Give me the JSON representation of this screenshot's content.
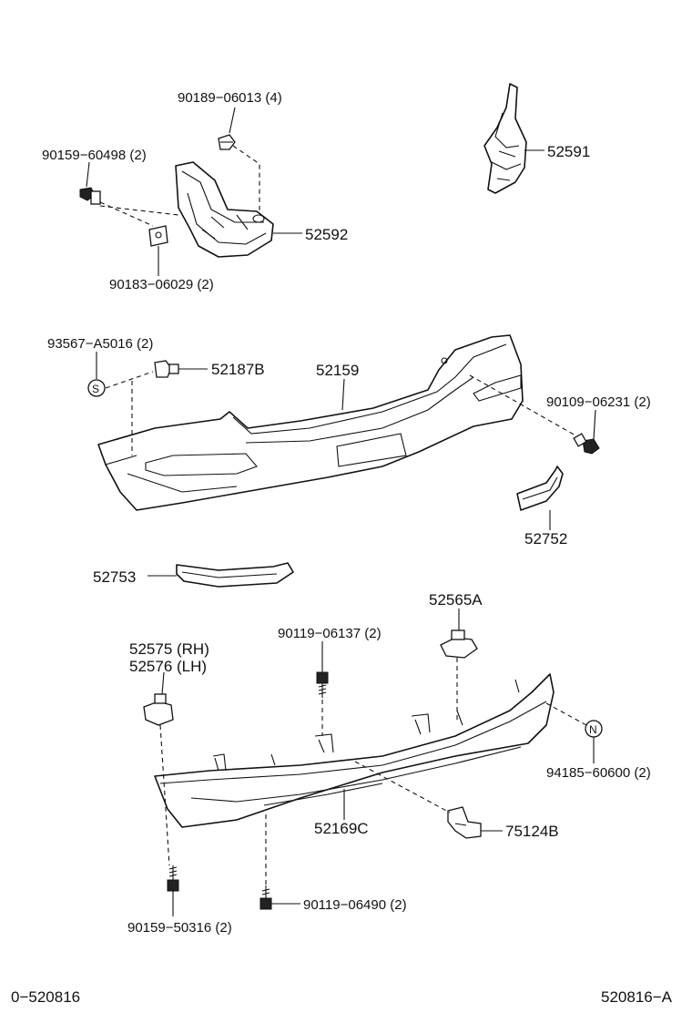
{
  "parts": {
    "p90189": "90189−06013 (4)",
    "p90159a": "90159−60498 (2)",
    "p52591": "52591",
    "p52592": "52592",
    "p90183": "90183−06029 (2)",
    "p93567": "93567−A5016 (2)",
    "p52187b": "52187B",
    "p52159": "52159",
    "p90109": "90109−06231 (2)",
    "p52752": "52752",
    "p52753": "52753",
    "p52565a": "52565A",
    "p52575": "52575 (RH)",
    "p52576": "52576 (LH)",
    "p90119a": "90119−06137 (2)",
    "p94185": "94185−60600 (2)",
    "p52169c": "52169C",
    "p75124b": "75124B",
    "p90119b": "90119−06490 (2)",
    "p90159b": "90159−50316 (2)"
  },
  "symbols": {
    "s_mark": "S",
    "n_mark": "N"
  },
  "footer": {
    "left_code": "0−520816",
    "right_code": "520816−A"
  }
}
